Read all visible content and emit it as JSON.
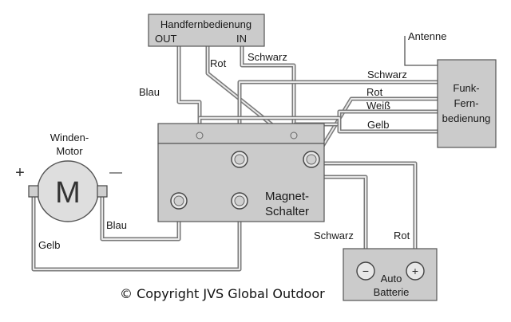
{
  "handset": {
    "title": "Handfernbedienung",
    "out_label": "OUT",
    "in_label": "IN"
  },
  "remote_module": {
    "line1": "Funk-",
    "line2": "Fern-",
    "line3": "bedienung"
  },
  "antenna_label": "Antenne",
  "motor": {
    "line1": "Winden-",
    "line2": "Motor",
    "letter": "M",
    "plus": "+",
    "minus": "—"
  },
  "solenoid": {
    "line1": "Magnet-",
    "line2": "Schalter"
  },
  "battery": {
    "line1": "Auto",
    "line2": "Batterie",
    "minus": "−",
    "plus": "+"
  },
  "wire_labels": {
    "blau_top": "Blau",
    "rot_top": "Rot",
    "schwarz_top": "Schwarz",
    "schwarz_right": "Schwarz",
    "rot_right": "Rot",
    "weiss_right": "Weiß",
    "gelb_right": "Gelb",
    "blau_motor": "Blau",
    "gelb_motor": "Gelb",
    "schwarz_battery": "Schwarz",
    "rot_battery": "Rot"
  },
  "copyright": "© Copyright JVS Global Outdoor",
  "colors": {
    "box_fill": "#cbcbcb",
    "wire": "#7a7a7a"
  }
}
